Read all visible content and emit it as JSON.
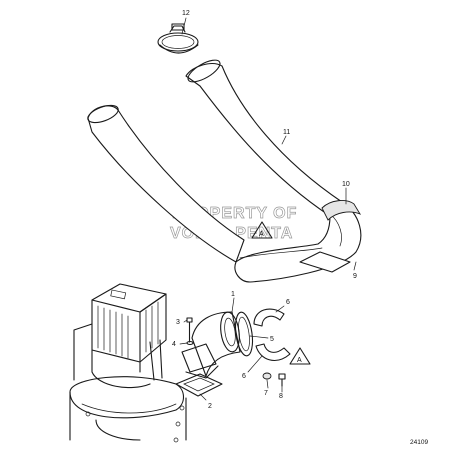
{
  "diagram": {
    "callouts": {
      "c1": "1",
      "c2": "2",
      "c3": "3",
      "c4": "4",
      "c5": "5",
      "c6a": "6",
      "c6b": "6",
      "c7": "7",
      "c8": "8",
      "c9": "9",
      "c10": "10",
      "c11": "11",
      "c12": "12"
    },
    "warning_symbol": "A",
    "watermark": [
      "PROPERTY OF",
      "VOLVO PENTA"
    ],
    "reference_number": "24109",
    "colors": {
      "line": "#1a1a1a",
      "watermark": "#9a9a9a",
      "background": "#ffffff"
    }
  }
}
